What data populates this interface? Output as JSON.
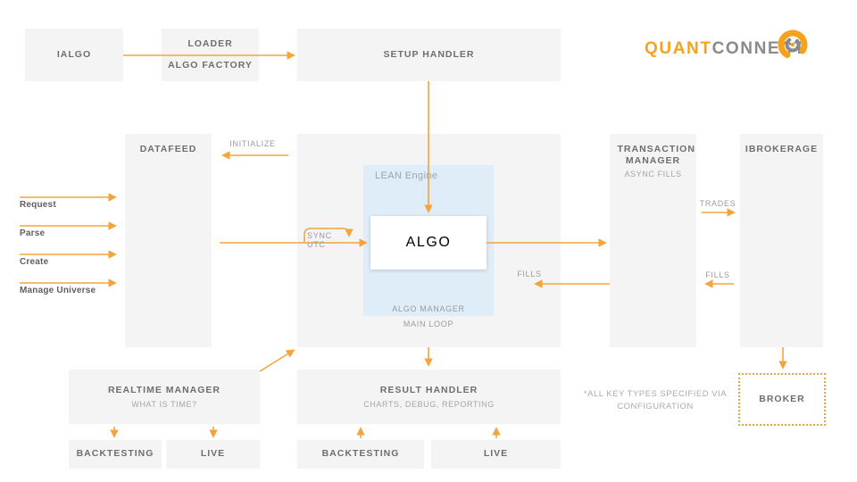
{
  "logo": {
    "brand_orange": "QUANT",
    "brand_gray": "CONNECT"
  },
  "colors": {
    "arrow_orange": "#F5A33C",
    "logo_orange": "#F6A21C",
    "logo_gray": "#8A8A8A",
    "box_bg": "#F4F4F4",
    "lean_bg": "#DFEDF9",
    "title_text": "#6E6E6E",
    "subtitle_text": "#A5A5A5"
  },
  "boxes": {
    "ialgo": {
      "title": "IALGO"
    },
    "loader": {
      "line1": "LOADER",
      "line2": "ALGO FACTORY"
    },
    "setup_handler": {
      "title": "SETUP HANDLER"
    },
    "datafeed": {
      "title": "DATAFEED"
    },
    "transaction_manager": {
      "title": "TRANSACTION MANAGER",
      "subtitle": "ASYNC FILLS"
    },
    "ibrokerage": {
      "title": "IBROKERAGE"
    },
    "lean_engine": {
      "title": "LEAN Engine",
      "algo": "ALGO",
      "algo_manager": "ALGO MANAGER",
      "main_loop": "MAIN LOOP"
    },
    "realtime_manager": {
      "title": "REALTIME MANAGER",
      "subtitle": "WHAT IS TIME?"
    },
    "result_handler": {
      "title": "RESULT HANDLER",
      "subtitle": "CHARTS, DEBUG, REPORTING"
    },
    "backtesting_left": {
      "title": "BACKTESTING"
    },
    "live_left": {
      "title": "LIVE"
    },
    "backtesting_center": {
      "title": "BACKTESTING"
    },
    "live_center": {
      "title": "LIVE"
    },
    "broker": {
      "title": "BROKER"
    }
  },
  "arrow_labels": {
    "initialize": "INITIALIZE",
    "sync_utc": "SYNC UTC",
    "fills_center": "FILLS",
    "trades": "TRADES",
    "fills_right": "FILLS"
  },
  "datafeed_actions": [
    "Request",
    "Parse",
    "Create",
    "Manage Universe"
  ],
  "note": {
    "line1": "*ALL KEY TYPES SPECIFIED VIA",
    "line2": "CONFIGURATION"
  }
}
